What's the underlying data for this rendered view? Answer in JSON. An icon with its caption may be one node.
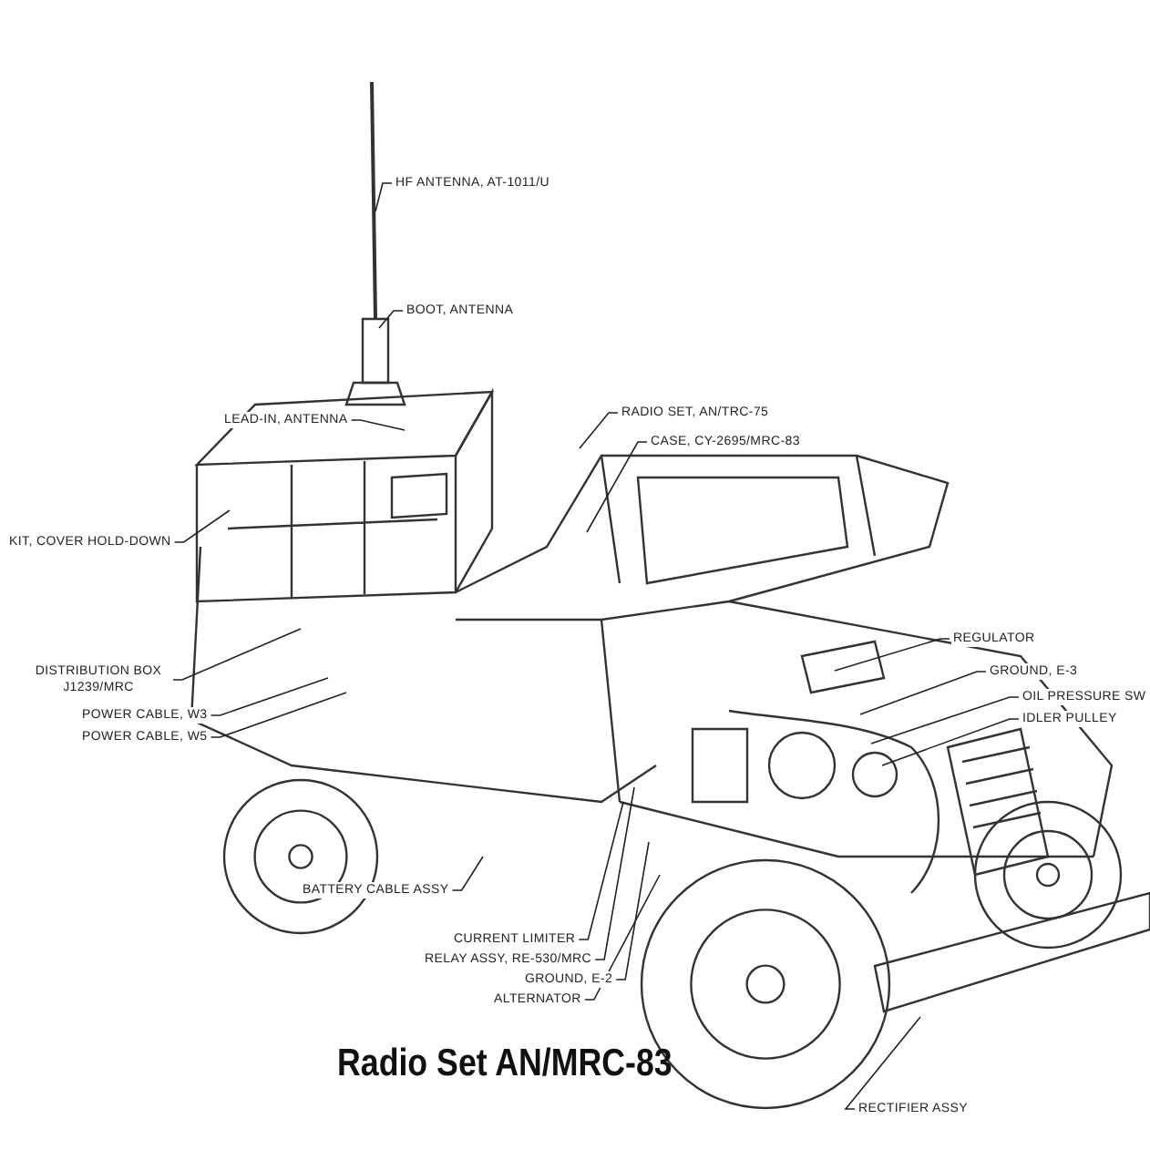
{
  "diagram": {
    "caption": "Radio Set AN/MRC-83",
    "nodes": [
      {
        "text": [
          "HF ANTENNA, AT-1011/U"
        ]
      },
      {
        "text": [
          "BOOT, ANTENNA"
        ]
      },
      {
        "text": [
          "LEAD-IN, ANTENNA"
        ]
      },
      {
        "text": [
          "RADIO SET, AN/TRC-75"
        ]
      },
      {
        "text": [
          "CASE, CY-2695/MRC-83"
        ]
      },
      {
        "text": [
          "KIT, COVER HOLD-DOWN"
        ]
      },
      {
        "text": [
          "DISTRIBUTION BOX J1239/MRC"
        ]
      },
      {
        "text": [
          "POWER CABLE, W3"
        ]
      },
      {
        "text": [
          "POWER CABLE, W5"
        ]
      },
      {
        "text": [
          "BATTERY CABLE ASSY"
        ]
      },
      {
        "text": [
          "CURRENT LIMITER"
        ]
      },
      {
        "text": [
          "RELAY ASSY, RE-530/MRC"
        ]
      },
      {
        "text": [
          "GROUND, E-2"
        ]
      },
      {
        "text": [
          "ALTERNATOR"
        ]
      },
      {
        "text": [
          "RECTIFIER ASSY"
        ]
      },
      {
        "text": [
          "REGULATOR"
        ]
      },
      {
        "text": [
          "GROUND, E-3"
        ]
      },
      {
        "text": [
          "OIL PRESSURE SW"
        ]
      },
      {
        "text": [
          "IDLER PULLEY"
        ]
      }
    ],
    "edges": [
      {
        "from": 0,
        "to": null,
        "arrow": "none"
      },
      {
        "from": 1,
        "to": null,
        "arrow": "none"
      },
      {
        "from": 2,
        "to": null,
        "arrow": "none"
      },
      {
        "from": 3,
        "to": null,
        "arrow": "none"
      },
      {
        "from": 4,
        "to": null,
        "arrow": "none"
      },
      {
        "from": 5,
        "to": null,
        "arrow": "none"
      },
      {
        "from": 6,
        "to": null,
        "arrow": "none"
      },
      {
        "from": 7,
        "to": null,
        "arrow": "none"
      },
      {
        "from": 8,
        "to": null,
        "arrow": "none"
      },
      {
        "from": 9,
        "to": null,
        "arrow": "none"
      },
      {
        "from": 10,
        "to": null,
        "arrow": "none"
      },
      {
        "from": 11,
        "to": null,
        "arrow": "none"
      },
      {
        "from": 12,
        "to": null,
        "arrow": "none"
      },
      {
        "from": 13,
        "to": null,
        "arrow": "none"
      },
      {
        "from": 14,
        "to": null,
        "arrow": "none"
      },
      {
        "from": 15,
        "to": null,
        "arrow": "none"
      },
      {
        "from": 16,
        "to": null,
        "arrow": "none"
      },
      {
        "from": 17,
        "to": null,
        "arrow": "none"
      },
      {
        "from": 18,
        "to": null,
        "arrow": "none"
      }
    ]
  }
}
